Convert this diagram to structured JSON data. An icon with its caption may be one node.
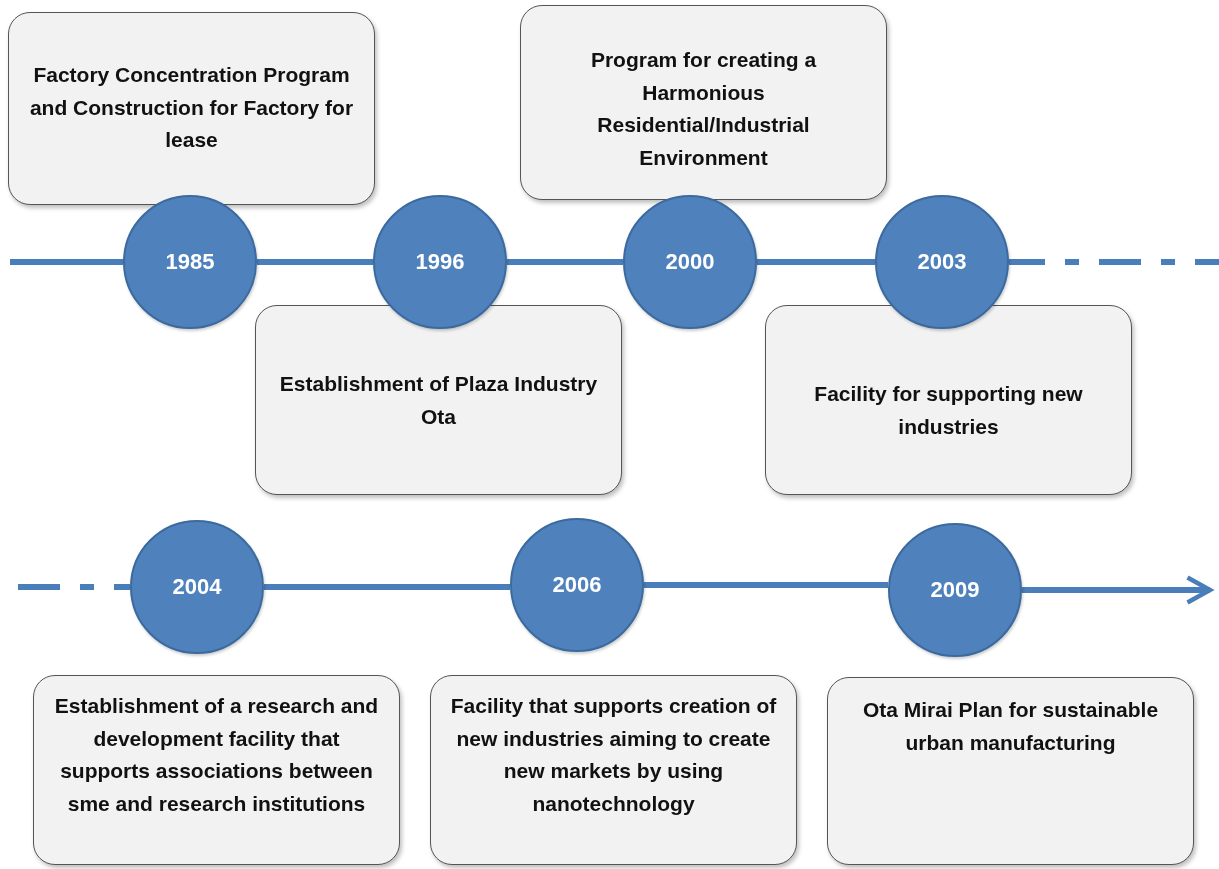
{
  "diagram": {
    "nodes": [
      {
        "text": [
          "Factory Concentration Program and Construction for Factory for lease"
        ]
      },
      {
        "text": [
          "Program for creating a Harmonious Residential/Industrial Environment"
        ]
      },
      {
        "text": [
          "1985"
        ]
      },
      {
        "text": [
          "1996"
        ]
      },
      {
        "text": [
          "2000"
        ]
      },
      {
        "text": [
          "2003"
        ]
      },
      {
        "text": [
          "Establishment of Plaza Industry Ota"
        ]
      },
      {
        "text": [
          "Facility for supporting new industries"
        ]
      },
      {
        "text": [
          "2004"
        ]
      },
      {
        "text": [
          "2006"
        ]
      },
      {
        "text": [
          "2009"
        ]
      },
      {
        "text": [
          "Establishment of a research and development facility that supports associations between sme and research institutions"
        ]
      },
      {
        "text": [
          "Facility that supports creation of new industries aiming to create new markets by using nanotechnology"
        ]
      },
      {
        "text": [
          "Ota Mirai Plan for sustainable urban manufacturing"
        ]
      }
    ],
    "edges": [
      {
        "from": null,
        "to": 2,
        "arrow": "none"
      },
      {
        "from": 2,
        "to": 3,
        "arrow": "none"
      },
      {
        "from": 3,
        "to": 4,
        "arrow": "none"
      },
      {
        "from": 4,
        "to": 5,
        "arrow": "none"
      },
      {
        "from": 5,
        "to": null,
        "arrow": "none",
        "style": "dashed"
      },
      {
        "from": null,
        "to": 8,
        "arrow": "none",
        "style": "dashed"
      },
      {
        "from": 8,
        "to": 9,
        "arrow": "none"
      },
      {
        "from": 9,
        "to": 10,
        "arrow": "none"
      },
      {
        "from": 10,
        "to": null,
        "arrow": "to"
      }
    ]
  }
}
